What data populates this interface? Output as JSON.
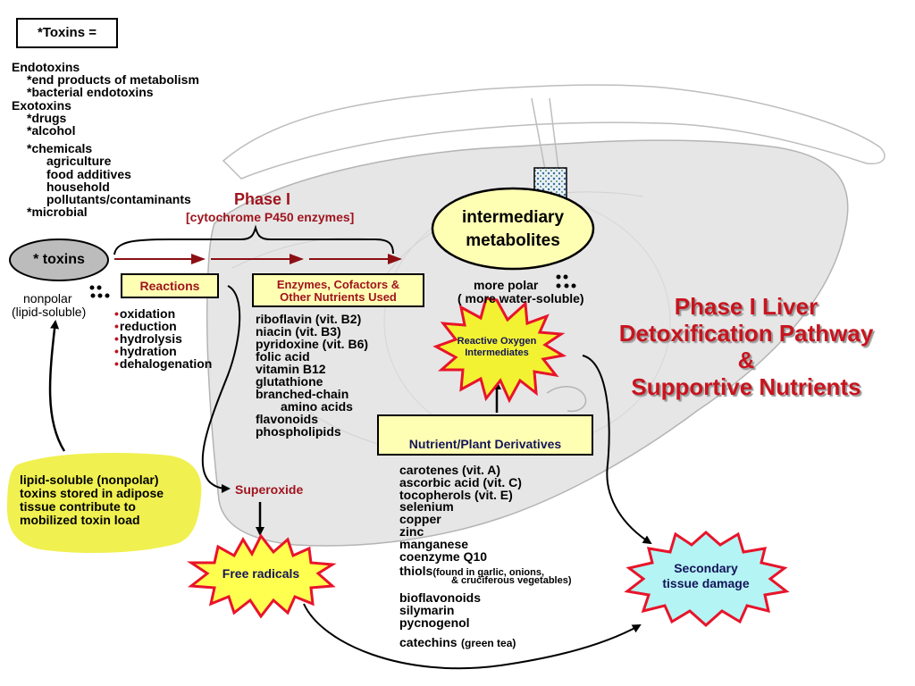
{
  "toxins_key": {
    "heading": "*Toxins =",
    "lines": [
      {
        "text": "Endotoxins",
        "indent": 0
      },
      {
        "text": "*end products of metabolism",
        "indent": 1
      },
      {
        "text": "*bacterial endotoxins",
        "indent": 1
      },
      {
        "text": "Exotoxins",
        "indent": 0
      },
      {
        "text": "*drugs",
        "indent": 1
      },
      {
        "text": "*alcohol",
        "indent": 1
      },
      {
        "text": "*chemicals",
        "indent": 1
      },
      {
        "text": "agriculture",
        "indent": 2
      },
      {
        "text": "food additives",
        "indent": 2
      },
      {
        "text": "household",
        "indent": 2
      },
      {
        "text": "pollutants/contaminants",
        "indent": 2
      },
      {
        "text": "*microbial",
        "indent": 1
      }
    ]
  },
  "phase1": {
    "title": "Phase I",
    "subtitle": "[cytochrome P450 enzymes]"
  },
  "toxins_node": "* toxins",
  "nonpolar": {
    "line1": "nonpolar",
    "line2": "(lipid-soluble)"
  },
  "intermediary": {
    "line1": "intermediary",
    "line2": "metabolites"
  },
  "more_polar": {
    "line1": "more polar",
    "line2": "( more water-soluble)"
  },
  "reactions": {
    "label": "Reactions",
    "items": [
      "oxidation",
      "reduction",
      "hydrolysis",
      "hydration",
      "dehalogenation"
    ]
  },
  "enzymes": {
    "label_line1": "Enzymes, Cofactors &",
    "label_line2": "Other Nutrients Used",
    "items": [
      "riboflavin (vit. B2)",
      "niacin (vit. B3)",
      "pyridoxine (vit. B6)",
      "folic acid",
      "vitamin B12",
      "glutathione",
      "branched-chain",
      "amino acids",
      "flavonoids",
      "phospholipids"
    ]
  },
  "ros": {
    "line1": "Reactive Oxygen",
    "line2": "Intermediates"
  },
  "nutrient_plant": {
    "label": "Nutrient/Plant Derivatives",
    "items": [
      "carotenes (vit. A)",
      "ascorbic acid (vit. C)",
      "tocopherols (vit. E)",
      "selenium",
      "copper",
      "zinc",
      "manganese",
      "coenzyme Q10"
    ],
    "thiols": "thiols",
    "thiols_note1": "(found in garlic, onions,",
    "thiols_note2": "& cruciferous vegetables)",
    "items2": [
      "bioflavonoids",
      "silymarin",
      "pycnogenol"
    ],
    "catechins": "catechins",
    "catechins_note": "(green tea)"
  },
  "main_title": {
    "line1": "Phase I Liver",
    "line2": "Detoxification Pathway",
    "line3": "&",
    "line4": "Supportive Nutrients"
  },
  "superoxide": "Superoxide",
  "free_radicals": "Free radicals",
  "secondary": {
    "line1": "Secondary",
    "line2": "tissue damage"
  },
  "adipose": {
    "line1": "lipid-soluble (nonpolar)",
    "line2": "toxins stored in adipose",
    "line3": "tissue contribute to",
    "line4": "mobilized toxin load"
  },
  "colors": {
    "title_red": "#c8141e",
    "box_yellow": "#ffffb4",
    "blob_yellow": "#f0f050",
    "burst_red": "#e8142a",
    "burst_cyan": "#b4f4f4",
    "liver_gray": "#e6e6e6"
  }
}
